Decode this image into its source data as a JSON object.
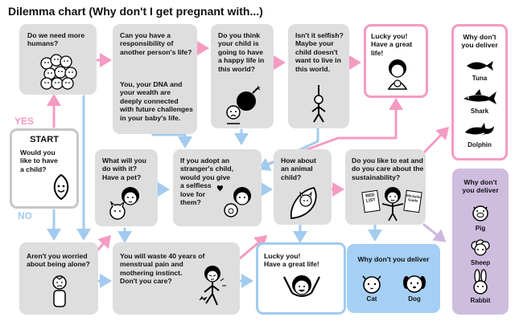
{
  "title": "Dilemma chart (Why don't I get pregnant with...)",
  "labels": {
    "yes": "YES",
    "no": "NO"
  },
  "colors": {
    "pink": "#f59bc3",
    "blue": "#a2cbef",
    "purple": "#cdb6de",
    "box": "#dedede",
    "bluebox": "#a5cff4",
    "purplebox": "#cfbde0"
  },
  "nodes": {
    "start": {
      "heading": "START",
      "text": "Would you\nlike to have\na child?"
    },
    "more_humans": {
      "text": "Do we need more\nhumans?"
    },
    "responsibility": {
      "text": "Can you have a\nresponsibility of\nanother person's life?",
      "text2": "You, your DNA and\nyour wealth are\ndeeply connected\nwith future challenges\nin your baby's life."
    },
    "happy_life": {
      "text": "Do you think\nyour child is\ngoing to have\na happy life in\nthis world?"
    },
    "selfish": {
      "text": "Isn't it selfish?\nMaybe your\nchild doesn't\nwant to live in\nthis world."
    },
    "lucky_top": {
      "text": "Lucky you!\nHave a great life!"
    },
    "pet": {
      "text": "What will you\ndo with it?\nHave a pet?"
    },
    "adopt": {
      "text": "If you adopt an\nstranger's child,\nwould you give\na selfless\nlove for\nthem?"
    },
    "animal_child": {
      "text": "How about\nan animal\nchild?"
    },
    "sustainability": {
      "text": "Do you  like to eat and\ndo you care about the\nsustainability?",
      "red_list": "RED\nLIST",
      "michelin": "Michelin\nGuide"
    },
    "alone": {
      "text": "Aren't you worried\nabout being alone?"
    },
    "menstrual": {
      "text": "You will waste 40 years of\nmenstrual pain and\nmothering  instinct.\nDon't you care?"
    },
    "lucky_bottom": {
      "text": "Lucky you!\nHave a great life!"
    },
    "deliver_sea": {
      "text": "Why don't\nyou deliver",
      "items": [
        "Tuna",
        "Shark",
        "Dolphin"
      ]
    },
    "deliver_pets": {
      "text": "Why don't you deliver",
      "items": [
        "Cat",
        "Dog"
      ]
    },
    "deliver_farm": {
      "text": "Why don't\nyou deliver",
      "items": [
        "Pig",
        "Sheep",
        "Rabbit"
      ]
    }
  }
}
